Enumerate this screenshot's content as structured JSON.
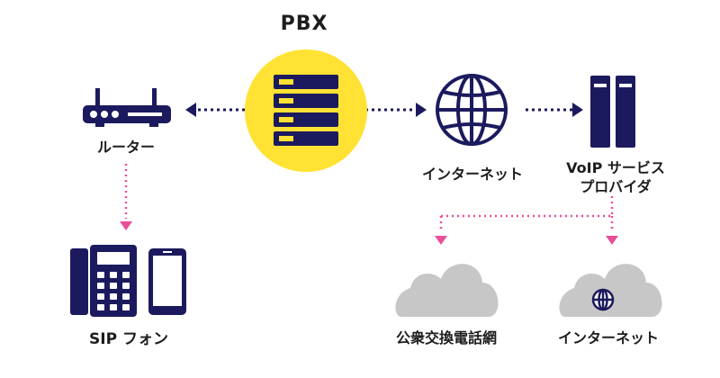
{
  "diagram": {
    "title": "PBX",
    "nodes": {
      "router": "ルーター",
      "internet_top": "インターネット",
      "voip_line1": "VoIP サービス",
      "voip_line2": "プロバイダ",
      "sip_phone": "SIP フォン",
      "pstn": "公衆交換電話網",
      "internet_cloud": "インターネット"
    },
    "icons": {
      "pbx": "server-stack-icon",
      "router": "router-icon",
      "internet": "globe-icon",
      "voip": "server-rack-icon",
      "desk_phone": "desk-phone-icon",
      "smartphone": "smartphone-icon",
      "cloud": "cloud-icon"
    },
    "edges": [
      {
        "from": "PBX",
        "to": "ルーター",
        "style": "dotted",
        "color": "#1c1a5e"
      },
      {
        "from": "PBX",
        "to": "インターネット",
        "style": "dotted",
        "color": "#1c1a5e"
      },
      {
        "from": "インターネット",
        "to": "VoIP サービス プロバイダ",
        "style": "dotted",
        "color": "#1c1a5e"
      },
      {
        "from": "ルーター",
        "to": "SIP フォン",
        "style": "dotted",
        "color": "#e84f9a"
      },
      {
        "from": "VoIP サービス プロバイダ",
        "to": "公衆交換電話網",
        "style": "dotted",
        "color": "#e84f9a"
      },
      {
        "from": "VoIP サービス プロバイダ",
        "to": "インターネット",
        "style": "dotted",
        "color": "#e84f9a"
      }
    ],
    "colors": {
      "navy": "#1c1a5e",
      "yellow": "#ffe233",
      "pink": "#e84f9a",
      "cloud": "#c7c7c7"
    }
  }
}
